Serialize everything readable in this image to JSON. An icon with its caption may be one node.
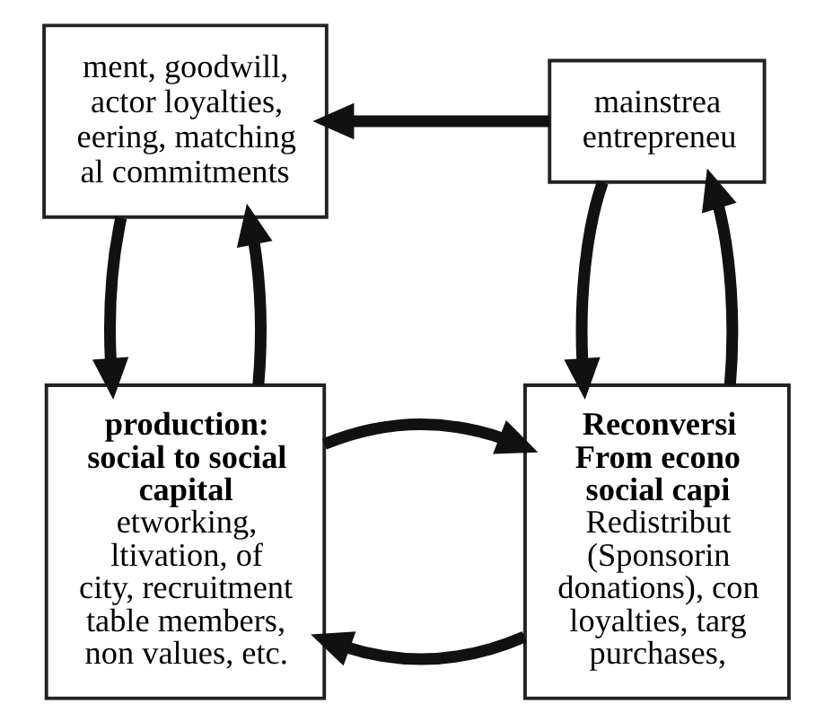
{
  "diagram": {
    "nodes": [
      {
        "text": [
          "ment, goodwill, actor loyalties, eering, matching al commitments"
        ]
      },
      {
        "text": [
          "mainstrea entrepreneu"
        ]
      },
      {
        "text": [
          "production: social to social capital",
          "etworking, ltivation, of city, recruitment table members, non values, etc."
        ]
      },
      {
        "text": [
          "Reconversi From econo social capi",
          "Redistribut (Sponsorin donations), con loyalties, targ purchases,"
        ]
      }
    ],
    "edges": [
      {
        "from": 1,
        "to": 0,
        "arrow": "to"
      },
      {
        "from": 0,
        "to": 2,
        "arrow": "to"
      },
      {
        "from": 2,
        "to": 0,
        "arrow": "to"
      },
      {
        "from": 3,
        "to": 1,
        "arrow": "to"
      },
      {
        "from": 1,
        "to": 3,
        "arrow": "to"
      },
      {
        "from": 3,
        "to": 2,
        "arrow": "to"
      },
      {
        "from": 2,
        "to": 3,
        "arrow": "to"
      }
    ]
  }
}
